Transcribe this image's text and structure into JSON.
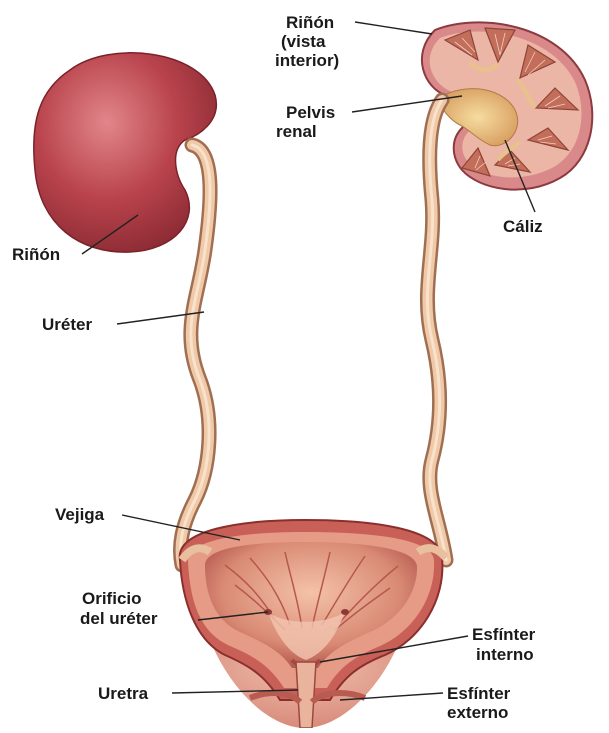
{
  "labels": {
    "rinon_left": "Riñón",
    "rinon_interior_1": "Riñón",
    "rinon_interior_2": "(vista",
    "rinon_interior_3": "interior)",
    "pelvis_1": "Pelvis",
    "pelvis_2": "renal",
    "caliz": "Cáliz",
    "ureter": "Uréter",
    "vejiga": "Vejiga",
    "orificio_1": "Orificio",
    "orificio_2": "del uréter",
    "esf_int_1": "Esfínter",
    "esf_int_2": "interno",
    "uretra": "Uretra",
    "esf_ext_1": "Esfínter",
    "esf_ext_2": "externo"
  },
  "colors": {
    "kidney": "#b8424a",
    "kidney_light": "#d8777a",
    "ureter": "#e6b896",
    "ureter_dark": "#b07a5a",
    "bladder_inner": "#e9a88e",
    "bladder_wall": "#c8605a",
    "pelvis_fill": "#e8c07a",
    "calyx": "#c97a5a",
    "leader": "#222222"
  }
}
